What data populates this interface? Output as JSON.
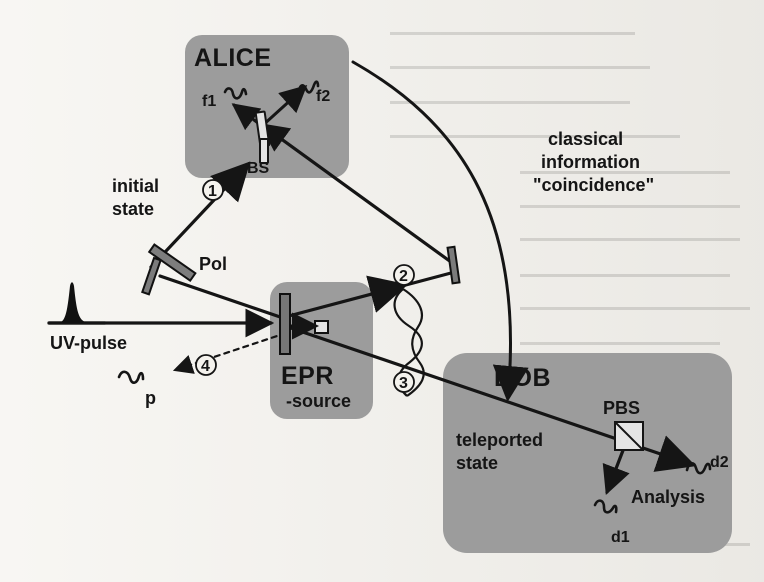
{
  "labels": {
    "alice": "ALICE",
    "bob": "BOB",
    "f1": "f1",
    "f2": "f2",
    "bs": "BS",
    "classical_information_line1": "classical",
    "classical_information_line2": "information",
    "classical_information_line3": "\"coincidence\"",
    "initial_state_line1": "initial",
    "initial_state_line2": "state",
    "pol": "Pol",
    "uv_pulse": "UV-pulse",
    "epr_line1": "EPR",
    "epr_line2": "-source",
    "p": "p",
    "pbs": "PBS",
    "d1": "d1",
    "d2": "d2",
    "teleported_state_line1": "teleported",
    "teleported_state_line2": "state",
    "analysis": "Analysis"
  },
  "path_numbers": {
    "one": "1",
    "two": "2",
    "three": "3",
    "four": "4"
  },
  "colors": {
    "box": "#9c9c9c",
    "ink": "#151515",
    "paper": "#f4f2ed"
  }
}
